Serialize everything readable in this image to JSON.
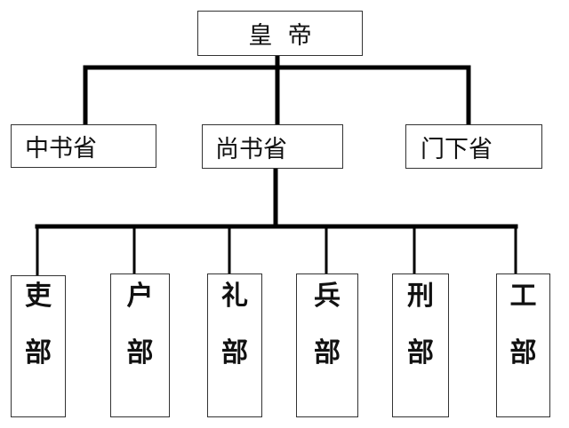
{
  "emperor": "皇  帝",
  "departments": {
    "zhongshu": "中书省",
    "shangshu": "尚书省",
    "menxia": "门下省"
  },
  "ministries": [
    {
      "char1": "吏",
      "char2": "部"
    },
    {
      "char1": "户",
      "char2": "部"
    },
    {
      "char1": "礼",
      "char2": "部"
    },
    {
      "char1": "兵",
      "char2": "部"
    },
    {
      "char1": "刑",
      "char2": "部"
    },
    {
      "char1": "工",
      "char2": "部"
    }
  ],
  "colors": {
    "line": "#000000",
    "border": "#333333",
    "text": "#111111"
  }
}
